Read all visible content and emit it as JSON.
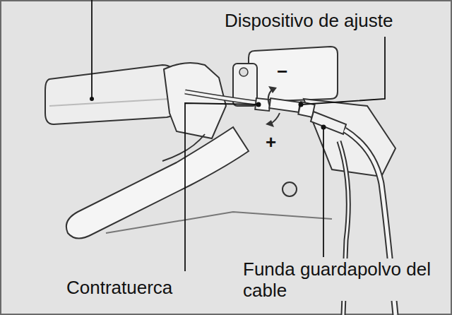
{
  "diagram": {
    "labels": [
      "Dispositivo de ajuste",
      "−",
      "+",
      "Funda guardapolvo del cable",
      "Contratuerca"
    ]
  }
}
